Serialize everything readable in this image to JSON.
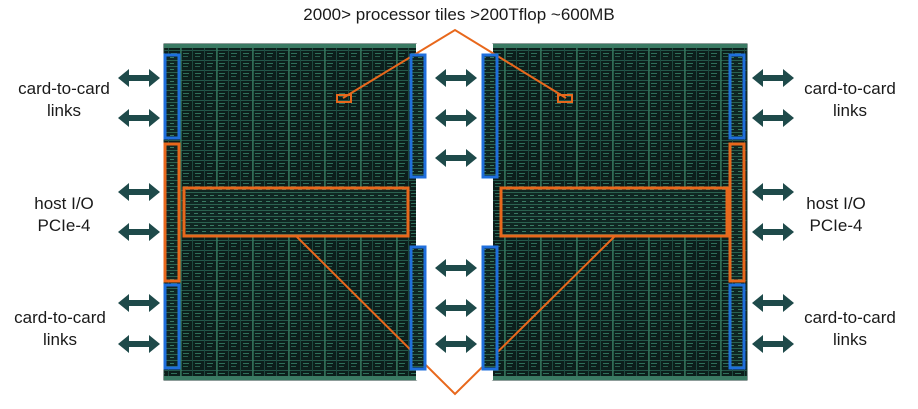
{
  "title": "2000> processor tiles >200Tflop ~600MB",
  "labels": {
    "left_top_l1": "card-to-card",
    "left_top_l2": "links",
    "left_mid_l1": "host I/O",
    "left_mid_l2": "PCIe-4",
    "left_bot_l1": "card-to-card",
    "left_bot_l2": "links",
    "right_top_l1": "card-to-card",
    "right_top_l2": "links",
    "right_mid_l1": "host I/O",
    "right_mid_l2": "PCIe-4",
    "right_bot_l1": "card-to-card",
    "right_bot_l2": "links"
  },
  "colors": {
    "die_bg": "#0c1e1b",
    "die_grid": "#2d6b57",
    "die_grid_bright": "#4fa07f",
    "link_blue": "#1f6fdc",
    "io_orange": "#e8681c",
    "arrow": "#1e4a4a",
    "text": "#1a1a1a"
  },
  "icons": [
    "double-arrow-icon"
  ]
}
